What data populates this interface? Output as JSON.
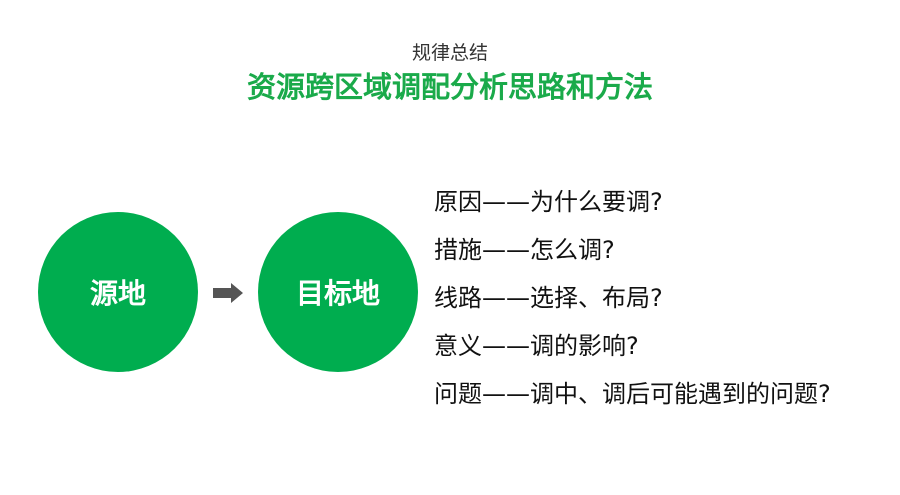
{
  "header": {
    "subtitle": "规律总结",
    "title": "资源跨区域调配分析思路和方法"
  },
  "diagram": {
    "source": "源地",
    "target": "目标地",
    "color": "#00ad4f",
    "arrow_icon": "right-arrow-icon"
  },
  "points": [
    "原因——为什么要调?",
    "措施——怎么调?",
    "线路——选择、布局?",
    "意义——调的影响?",
    "问题——调中、调后可能遇到的问题?"
  ]
}
